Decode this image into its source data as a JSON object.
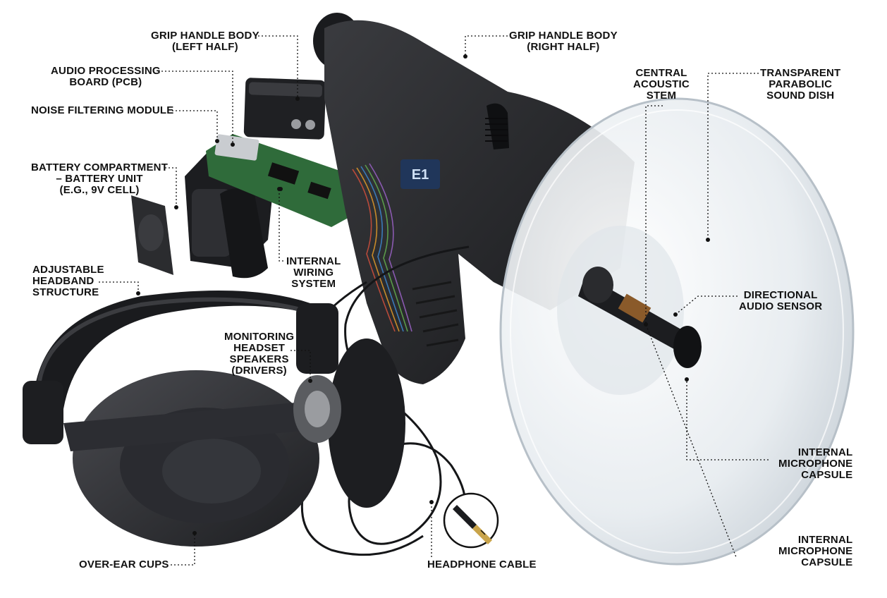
{
  "labels": {
    "grip_left": [
      "GRIP HANDLE BODY",
      "(LEFT HALF)"
    ],
    "grip_right": [
      "GRIP HANDLE BODY",
      "(RIGHT HALF)"
    ],
    "pcb": [
      "AUDIO PROCESSING",
      "BOARD (PCB)"
    ],
    "noise": [
      "NOISE FILTERING MODULE"
    ],
    "battery": [
      "BATTERY COMPARTMENT",
      "– BATTERY UNIT",
      "(E.G., 9V CELL)"
    ],
    "headband": [
      "ADJUSTABLE",
      "HEADBAND",
      "STRUCTURE"
    ],
    "wiring": [
      "INTERNAL",
      "WIRING",
      "SYSTEM"
    ],
    "stem": [
      "CENTRAL",
      "ACOUSTIC",
      "STEM"
    ],
    "dish": [
      "TRANSPARENT",
      "PARABOLIC",
      "SOUND DISH"
    ],
    "sensor": [
      "DIRECTIONAL",
      "AUDIO SENSOR"
    ],
    "speakers": [
      "MONITORING",
      "HEADSET",
      "SPEAKERS",
      "(DRIVERS)"
    ],
    "mic1": [
      "INTERNAL",
      "MICROPHONE",
      "CAPSULE"
    ],
    "mic2": [
      "INTERNAL",
      "MICROPHONE",
      "CAPSULE"
    ],
    "cups": [
      "OVER-EAR CUPS"
    ],
    "cable": [
      "HEADPHONE CABLE"
    ]
  },
  "device_badge": "E1",
  "colors": {
    "body": "#2a2b2e",
    "body_dark": "#18191b",
    "pcb": "#2f6b3a",
    "dish": "#e9eef2",
    "ink": "#111111"
  }
}
